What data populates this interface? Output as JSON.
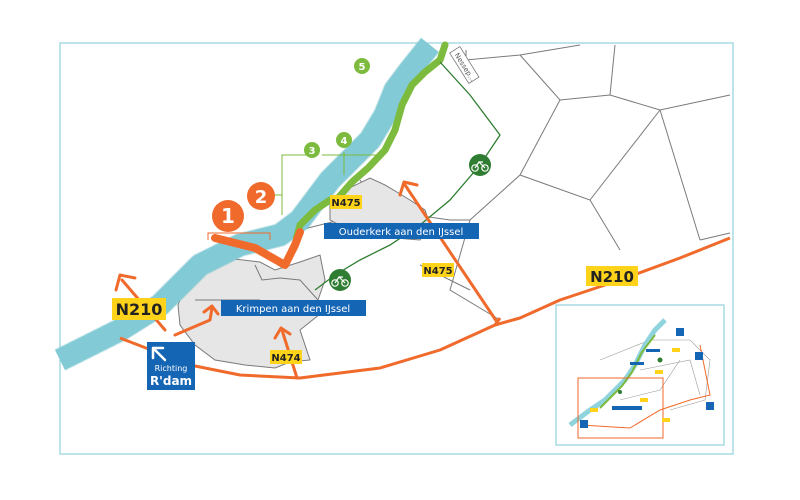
{
  "map": {
    "places": [
      {
        "id": "ouderkerk",
        "label": "Ouderkerk aan den IJssel"
      },
      {
        "id": "krimpen",
        "label": "Krimpen aan den IJssel"
      }
    ],
    "roads": {
      "n210_main": "N210",
      "n210_left": "N210",
      "n475_top": "N475",
      "n475_mid": "N475",
      "n474": "N474",
      "nessep": "Nessep..."
    },
    "direction_sign": {
      "line1": "Richting",
      "line2": "R'dam"
    },
    "numbers": {
      "orange": [
        "1",
        "2"
      ],
      "green": [
        "3",
        "4",
        "5"
      ]
    },
    "colors": {
      "river": "#8fd3dd",
      "orange_route": "#f06a2b",
      "green_route": "#7cbb3d",
      "urban": "#e6e6e6",
      "label_blue": "#1565b5",
      "road_badge": "#ffd31a",
      "bike_circle": "#2f7d32",
      "frame": "#8fd3dd"
    },
    "icons": {
      "bike": "bicycle-icon",
      "arrow": "arrow-up-left-icon"
    }
  }
}
